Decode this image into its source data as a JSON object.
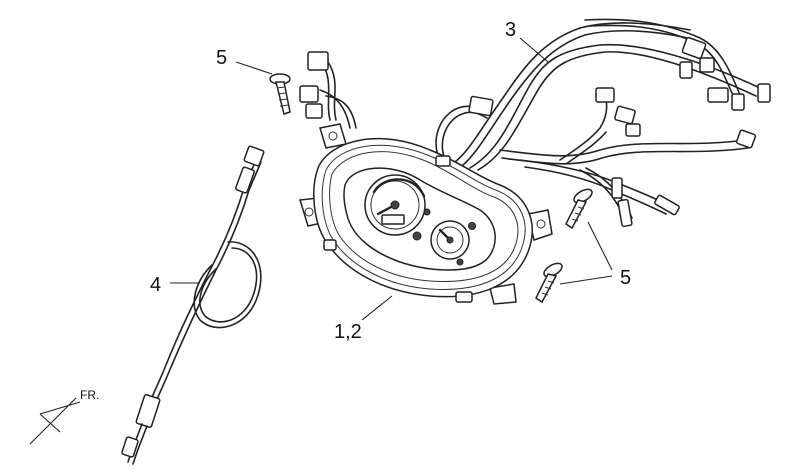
{
  "diagram": {
    "callouts": {
      "c3": "3",
      "c4": "4",
      "c5_top": "5",
      "c5_right": "5",
      "c12": "1,2"
    },
    "direction_label": "FR."
  }
}
